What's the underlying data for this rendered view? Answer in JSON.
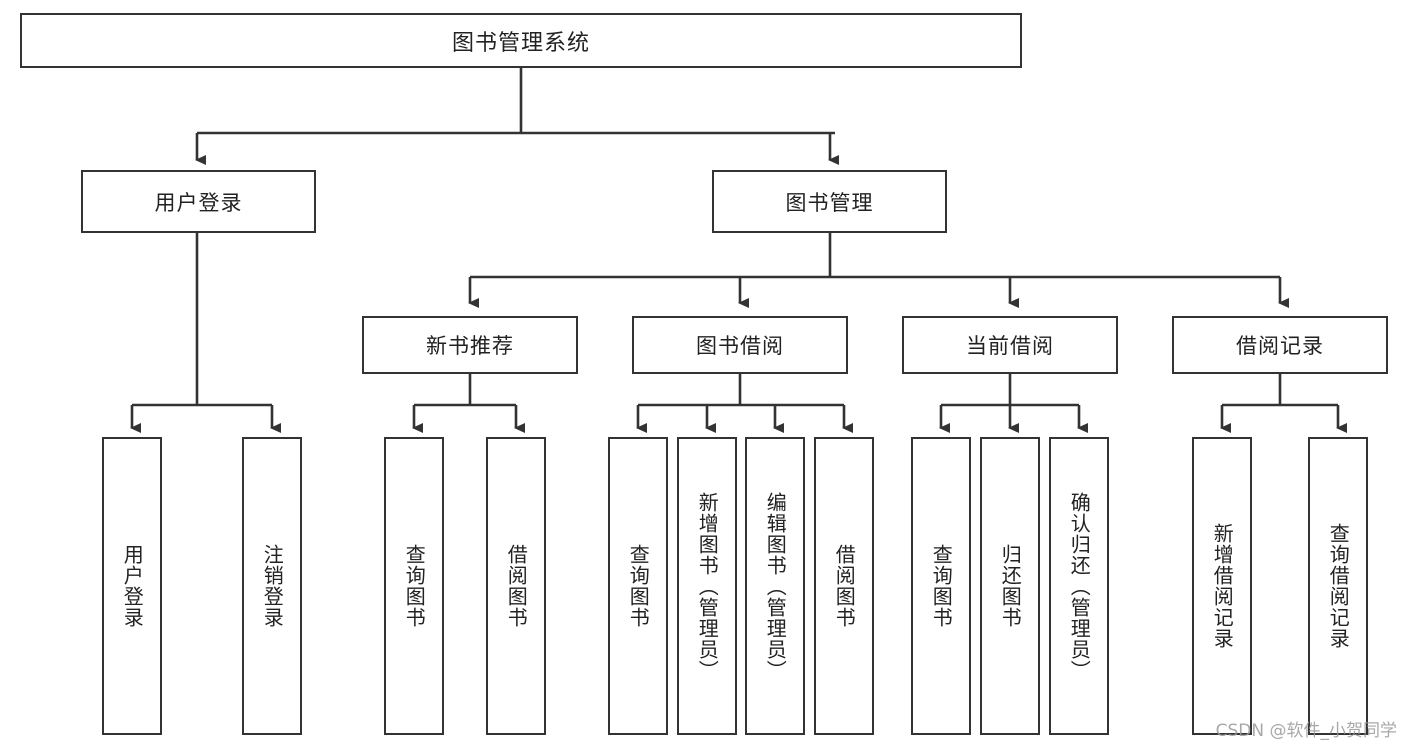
{
  "diagram": {
    "type": "tree",
    "title": "图书管理系统",
    "root": {
      "label": "图书管理系统"
    },
    "level2": [
      {
        "label": "用户登录"
      },
      {
        "label": "图书管理"
      }
    ],
    "level3": [
      {
        "label": "新书推荐"
      },
      {
        "label": "图书借阅"
      },
      {
        "label": "当前借阅"
      },
      {
        "label": "借阅记录"
      }
    ],
    "leaves": {
      "user_login": [
        {
          "label": "用户登录"
        },
        {
          "label": "注销登录"
        }
      ],
      "new_book_recommend": [
        {
          "label": "查询图书"
        },
        {
          "label": "借阅图书"
        }
      ],
      "book_borrow": [
        {
          "label": "查询图书"
        },
        {
          "label": "新增图书（管理员）"
        },
        {
          "label": "编辑图书（管理员）"
        },
        {
          "label": "借阅图书"
        }
      ],
      "current_borrow": [
        {
          "label": "查询图书"
        },
        {
          "label": "归还图书"
        },
        {
          "label": "确认归还（管理员）"
        }
      ],
      "borrow_record": [
        {
          "label": "新增借阅记录"
        },
        {
          "label": "查询借阅记录"
        }
      ]
    }
  },
  "watermark": {
    "text": "CSDN @软件_小贺同学"
  },
  "colors": {
    "stroke": "#333333",
    "background": "#ffffff",
    "text": "#222222",
    "watermark": "#9a9a9a"
  }
}
